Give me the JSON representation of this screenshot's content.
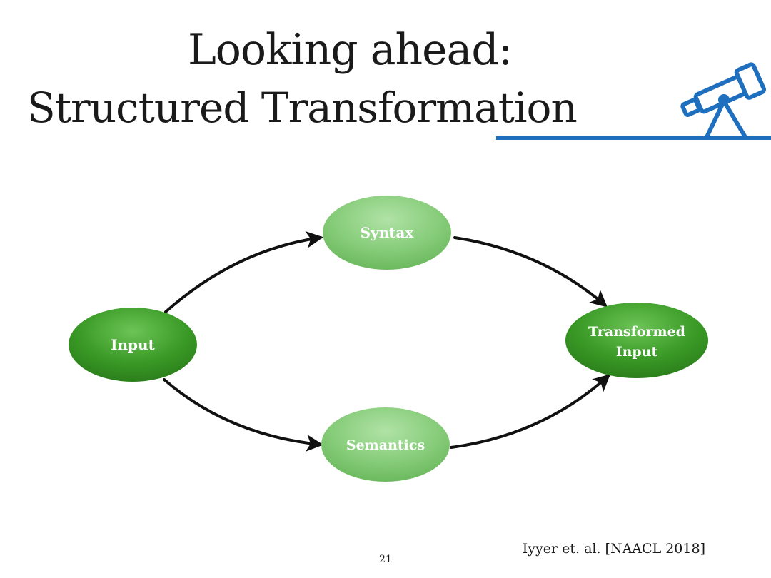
{
  "slide": {
    "title_line_1": "Looking ahead:",
    "title_line_2": "Structured Transformation",
    "citation": "Iyyer et. al. [NAACL 2018]",
    "page_number": "21",
    "title_icon": "telescope-icon"
  },
  "diagram": {
    "nodes": {
      "input": {
        "label": "Input"
      },
      "syntax": {
        "label": "Syntax"
      },
      "semantics": {
        "label": "Semantics"
      },
      "transformed": {
        "line_1": "Transformed",
        "line_2": "Input"
      }
    },
    "edges": [
      {
        "from": "Input",
        "to": "Syntax"
      },
      {
        "from": "Input",
        "to": "Semantics"
      },
      {
        "from": "Syntax",
        "to": "Transformed Input"
      },
      {
        "from": "Semantics",
        "to": "Transformed Input"
      }
    ]
  },
  "colors": {
    "primary_node": "#3a9a26",
    "secondary_node": "#86cc79",
    "accent_line": "#1f6fbf",
    "arrow": "#111111"
  }
}
